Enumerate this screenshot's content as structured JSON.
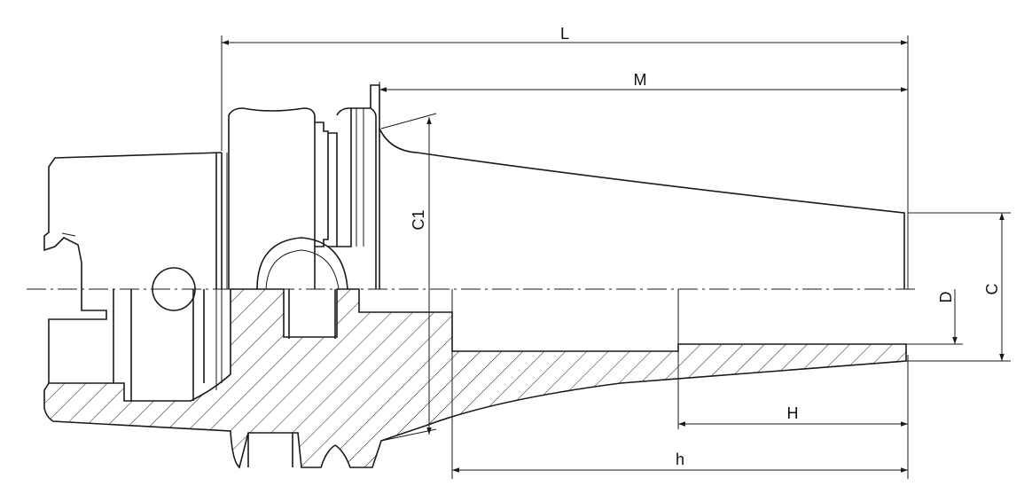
{
  "labels": {
    "L": "L",
    "M": "M",
    "C1": "C1",
    "D": "D",
    "C": "C",
    "H": "H",
    "h": "h"
  }
}
